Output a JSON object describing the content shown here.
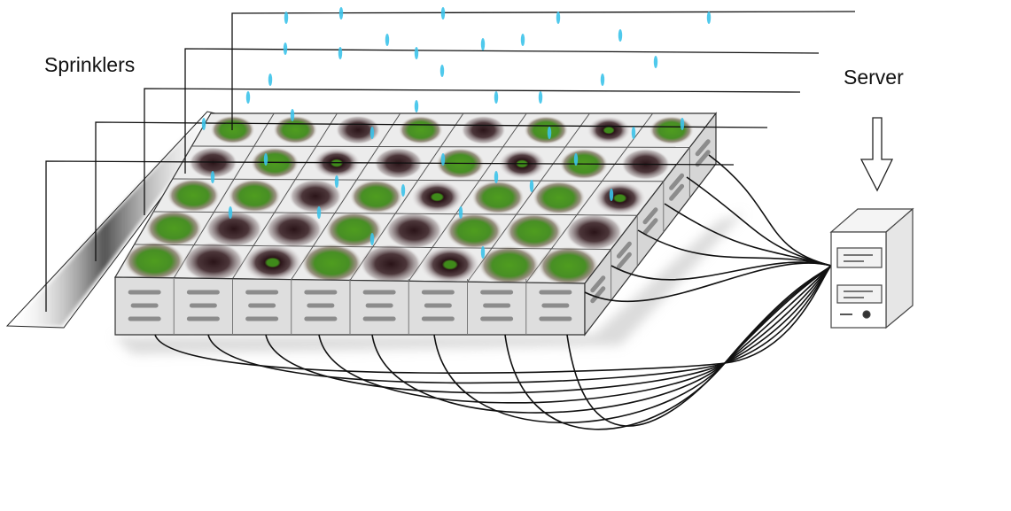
{
  "labels": {
    "sprinklers": "Sprinklers",
    "server": "Server"
  },
  "colors": {
    "line": "#111111",
    "water": "#3cc3ea",
    "plant": "#3f8a1a",
    "soil": "#3a2226",
    "tray_top": "#ececec",
    "tray_side": "#dcdcdc",
    "slot": "#8c8c8c",
    "pipe_shadow": "#3a3a3a"
  },
  "grid": {
    "rows": 5,
    "cols": 8
  },
  "sprinkler_count": 5,
  "icons": {
    "arrow": "arrow-down-icon",
    "server": "server-tower-icon"
  }
}
